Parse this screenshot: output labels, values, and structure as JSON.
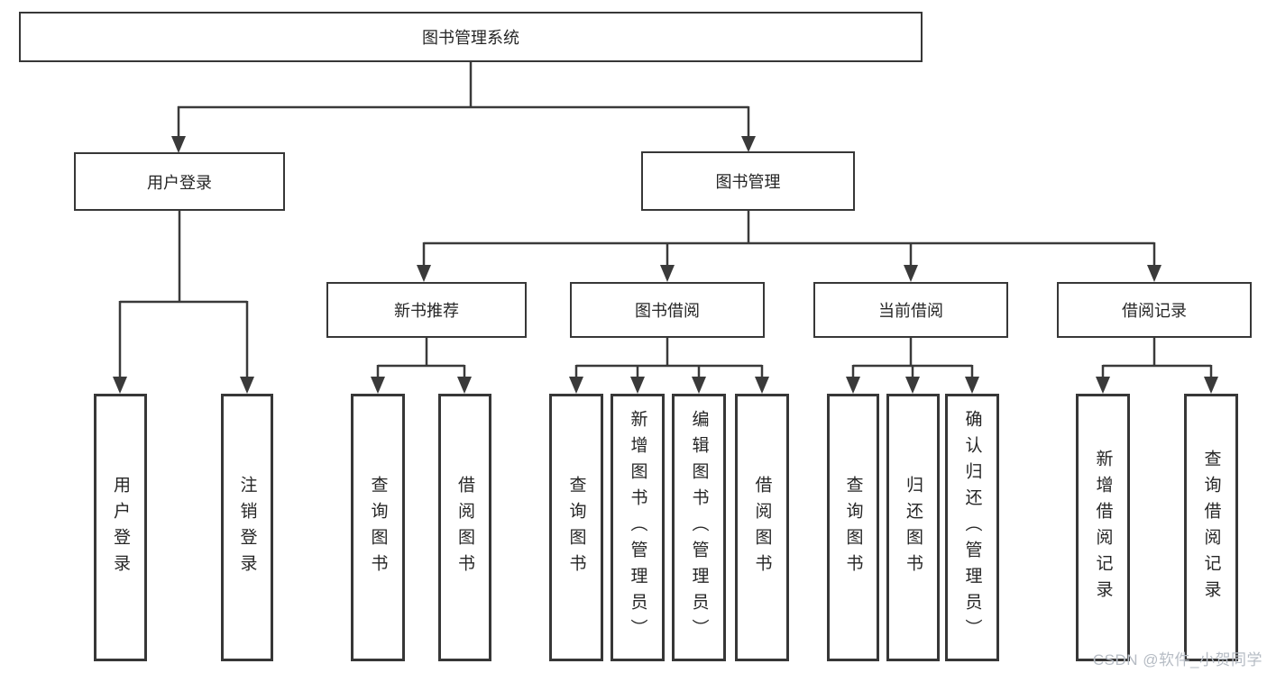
{
  "diagram": {
    "root": {
      "label": "图书管理系统",
      "children": [
        {
          "label": "用户登录",
          "children": [
            {
              "label": "用户登录"
            },
            {
              "label": "注销登录"
            }
          ]
        },
        {
          "label": "图书管理",
          "children": [
            {
              "label": "新书推荐",
              "children": [
                {
                  "label": "查询图书"
                },
                {
                  "label": "借阅图书"
                }
              ]
            },
            {
              "label": "图书借阅",
              "children": [
                {
                  "label": "查询图书"
                },
                {
                  "label": "新增图书（管理员）"
                },
                {
                  "label": "编辑图书（管理员）"
                },
                {
                  "label": "借阅图书"
                }
              ]
            },
            {
              "label": "当前借阅",
              "children": [
                {
                  "label": "查询图书"
                },
                {
                  "label": "归还图书"
                },
                {
                  "label": "确认归还（管理员）"
                }
              ]
            },
            {
              "label": "借阅记录",
              "children": [
                {
                  "label": "新增借阅记录"
                },
                {
                  "label": "查询借阅记录"
                }
              ]
            }
          ]
        }
      ]
    }
  },
  "watermark": "CSDN @软件_小贺同学",
  "colors": {
    "line": "#3a3a3a",
    "border": "#373737",
    "text": "#262626",
    "watermark": "#b6bcc4",
    "background": "#ffffff"
  }
}
